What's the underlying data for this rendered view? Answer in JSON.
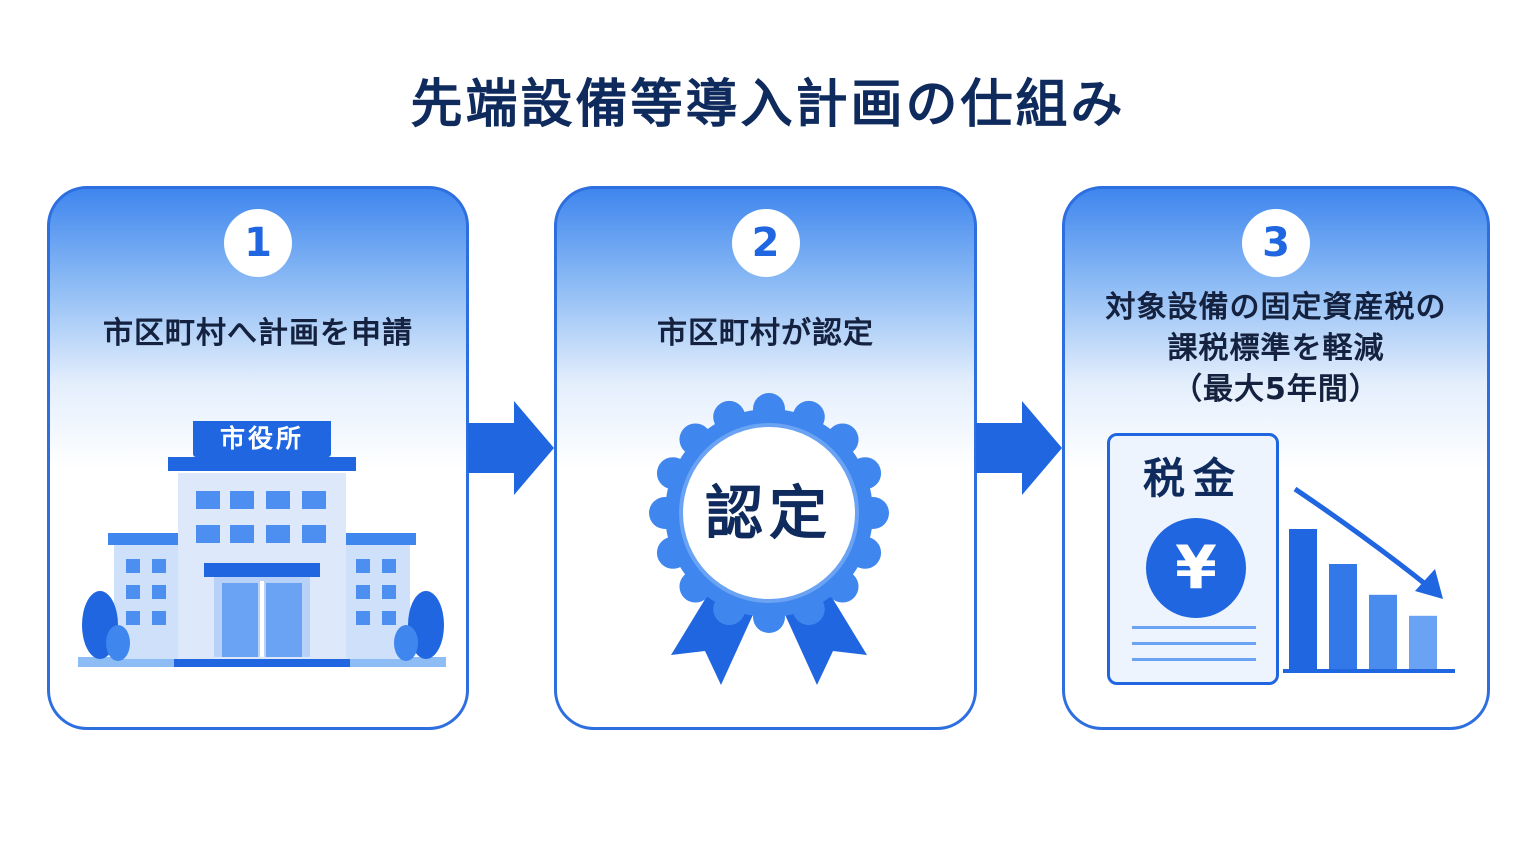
{
  "title": "先端設備等導入計画の仕組み",
  "steps": [
    {
      "number": "1",
      "label": "市区町村へ計画を申請",
      "sign": "市役所"
    },
    {
      "number": "2",
      "label": "市区町村が認定",
      "seal": "認定"
    },
    {
      "number": "3",
      "label_lines": [
        "対象設備の固定資産税の",
        "課税標準を軽減",
        "（最大5年間）"
      ],
      "doc_title": "税金",
      "currency": "¥",
      "trend_bars": [
        100,
        75,
        53,
        38
      ]
    }
  ],
  "colors": {
    "primary": "#1f66e0",
    "dark_text": "#0f2a5c",
    "light_blue": "#8ebcf5"
  }
}
